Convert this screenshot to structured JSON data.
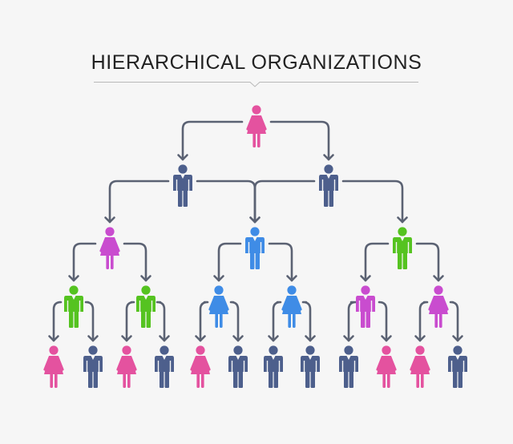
{
  "title": "HIERARCHICAL ORGANIZATIONS",
  "colors": {
    "background": "#f6f6f6",
    "title_rule": "#b8b8b8",
    "connector": "#5b6273",
    "pink": "#e4529f",
    "navy": "#4d5f8c",
    "purple": "#c94ccf",
    "blue": "#3f8ce6",
    "green": "#55c320"
  },
  "nodes": [
    {
      "id": "n0",
      "gender": "female",
      "color": "pink",
      "children": [
        "n1",
        "n2"
      ]
    },
    {
      "id": "n1",
      "gender": "male",
      "color": "navy",
      "children": [
        "n3",
        "n4"
      ]
    },
    {
      "id": "n2",
      "gender": "male",
      "color": "navy",
      "children": [
        "n4",
        "n5"
      ]
    },
    {
      "id": "n3",
      "gender": "female",
      "color": "purple",
      "children": [
        "n6",
        "n7"
      ]
    },
    {
      "id": "n4",
      "gender": "male",
      "color": "blue",
      "children": [
        "n8",
        "n9"
      ]
    },
    {
      "id": "n5",
      "gender": "male",
      "color": "green",
      "children": [
        "n10",
        "n11"
      ]
    },
    {
      "id": "n6",
      "gender": "male",
      "color": "green",
      "children": [
        "n12",
        "n13"
      ]
    },
    {
      "id": "n7",
      "gender": "male",
      "color": "green",
      "children": [
        "n14",
        "n15"
      ]
    },
    {
      "id": "n8",
      "gender": "female",
      "color": "blue",
      "children": [
        "n16",
        "n17"
      ]
    },
    {
      "id": "n9",
      "gender": "female",
      "color": "blue",
      "children": [
        "n18",
        "n19"
      ]
    },
    {
      "id": "n10",
      "gender": "male",
      "color": "purple",
      "children": [
        "n20",
        "n21"
      ]
    },
    {
      "id": "n11",
      "gender": "female",
      "color": "purple",
      "children": [
        "n22",
        "n23"
      ]
    },
    {
      "id": "n12",
      "gender": "female",
      "color": "pink",
      "children": []
    },
    {
      "id": "n13",
      "gender": "male",
      "color": "navy",
      "children": []
    },
    {
      "id": "n14",
      "gender": "female",
      "color": "pink",
      "children": []
    },
    {
      "id": "n15",
      "gender": "male",
      "color": "navy",
      "children": []
    },
    {
      "id": "n16",
      "gender": "female",
      "color": "pink",
      "children": []
    },
    {
      "id": "n17",
      "gender": "male",
      "color": "navy",
      "children": []
    },
    {
      "id": "n18",
      "gender": "male",
      "color": "navy",
      "children": []
    },
    {
      "id": "n19",
      "gender": "male",
      "color": "navy",
      "children": []
    },
    {
      "id": "n20",
      "gender": "male",
      "color": "navy",
      "children": []
    },
    {
      "id": "n21",
      "gender": "female",
      "color": "pink",
      "children": []
    },
    {
      "id": "n22",
      "gender": "female",
      "color": "pink",
      "children": []
    },
    {
      "id": "n23",
      "gender": "male",
      "color": "navy",
      "children": []
    }
  ]
}
